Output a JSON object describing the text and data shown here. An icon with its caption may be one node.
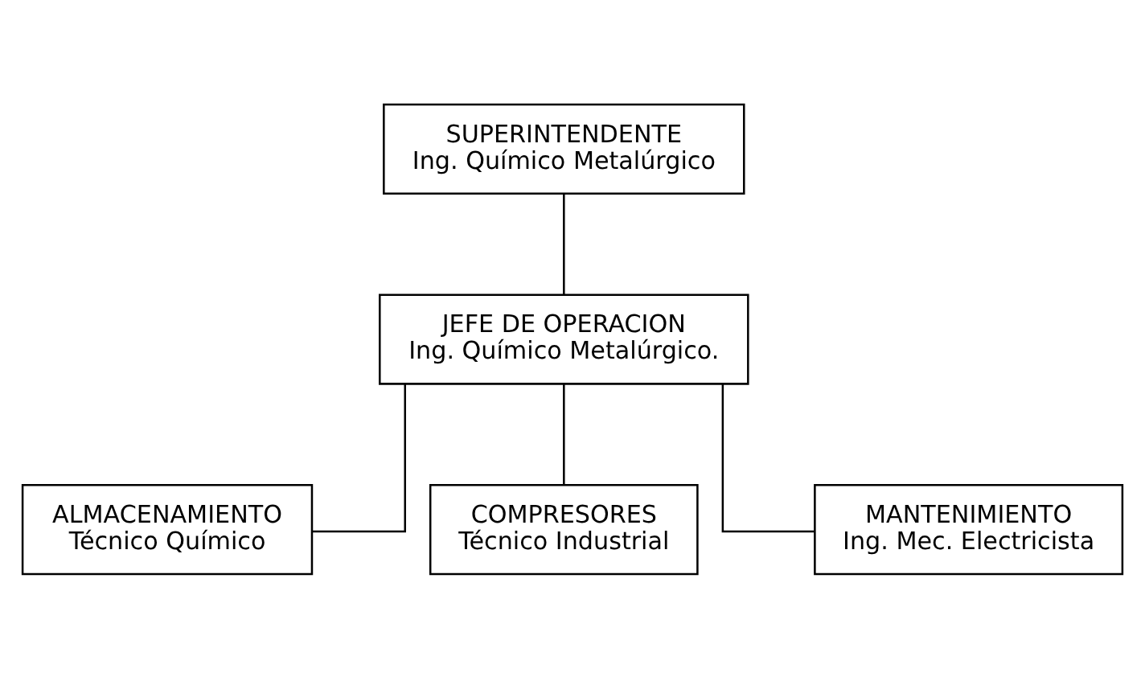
{
  "diagram": {
    "nodes": [
      {
        "text": [
          "SUPERINTENDENTE",
          "Ing. Químico Metalúrgico"
        ]
      },
      {
        "text": [
          "JEFE DE OPERACION",
          "Ing. Químico Metalúrgico."
        ]
      },
      {
        "text": [
          "ALMACENAMIENTO",
          "Técnico Químico"
        ]
      },
      {
        "text": [
          "COMPRESORES",
          "Técnico Industrial"
        ]
      },
      {
        "text": [
          "MANTENIMIENTO",
          "Ing. Mec. Electricista"
        ]
      }
    ],
    "edges": [
      {
        "from": 0,
        "to": 1,
        "arrow": "none"
      },
      {
        "from": 1,
        "to": 2,
        "arrow": "none"
      },
      {
        "from": 1,
        "to": 3,
        "arrow": "none"
      },
      {
        "from": 1,
        "to": 4,
        "arrow": "none"
      }
    ]
  }
}
